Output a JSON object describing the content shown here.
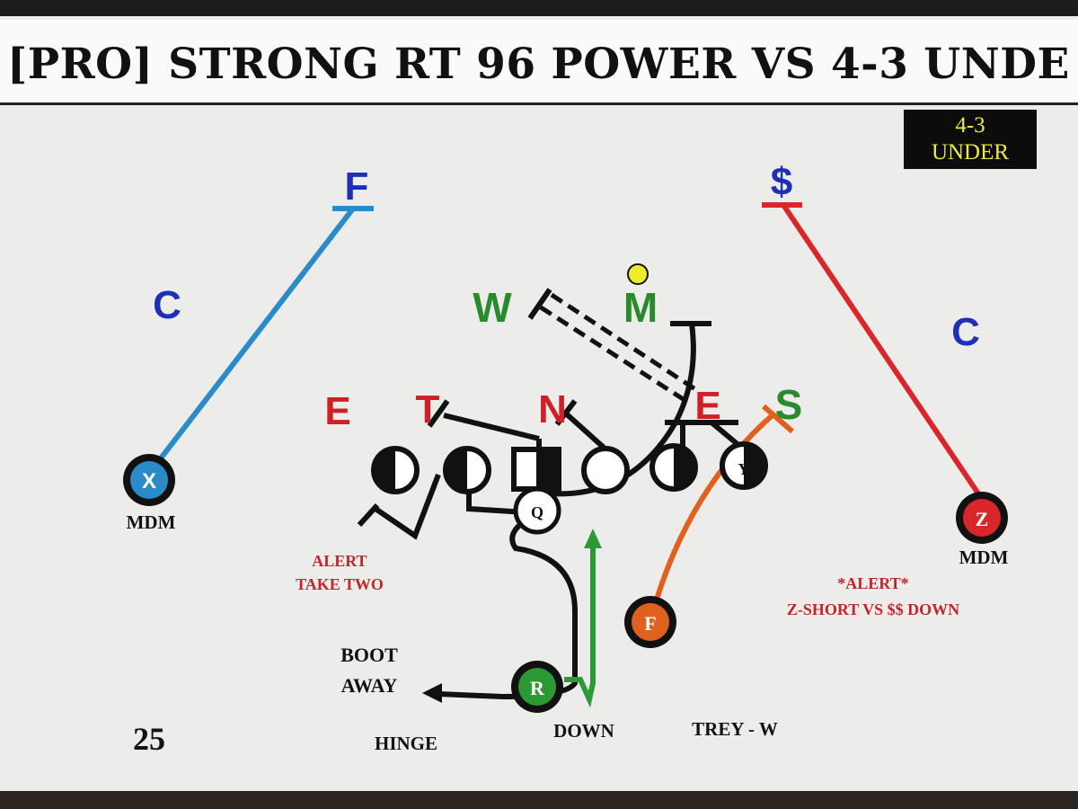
{
  "title": "[PRO] STRONG RT 96 POWER VS 4-3 UNDE",
  "tag": {
    "line1": "4-3",
    "line2": "UNDER"
  },
  "page_number": "25",
  "defense": {
    "free_safety": "F",
    "strong_safety": "$",
    "corner_left": "C",
    "corner_right": "C",
    "will": "W",
    "mike": "M",
    "sam": "S",
    "end_left": "E",
    "tackle": "T",
    "nose": "N",
    "end_right": "E"
  },
  "offense": {
    "x_receiver": "X",
    "z_receiver": "Z",
    "fullback": "F",
    "running_back": "R",
    "quarterback": "Q",
    "tight_end": "Y"
  },
  "notes": {
    "x_technique": "MDM",
    "z_technique": "MDM",
    "alert_left_1": "ALERT",
    "alert_left_2": "TAKE TWO",
    "alert_right_1": "*ALERT*",
    "alert_right_2": "Z-SHORT VS $$ DOWN",
    "boot_1": "BOOT",
    "boot_2": "AWAY",
    "hinge": "HINGE",
    "down": "DOWN",
    "trey": "TREY - W"
  },
  "colors": {
    "defense_red": "#d01f26",
    "defense_green": "#2a8a2e",
    "defense_blue": "#1f2fb8",
    "x_route": "#2a8bc8",
    "z_route": "#d8262a",
    "fullback_route": "#e0601e",
    "rb_route": "#2c9a34",
    "mike_dot": "#ecec2a"
  }
}
